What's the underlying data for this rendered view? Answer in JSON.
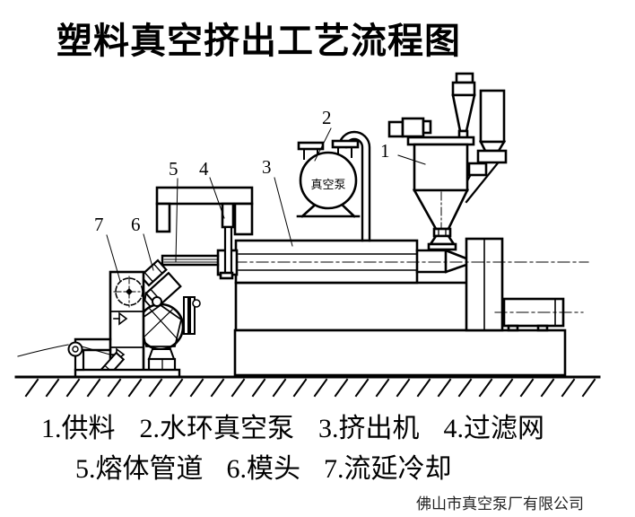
{
  "title": "塑料真空挤出工艺流程图",
  "diagram": {
    "pump_label": "真空泵",
    "callouts": [
      "1",
      "2",
      "3",
      "4",
      "5",
      "6",
      "7"
    ]
  },
  "legend": {
    "row1": [
      "1.供料",
      "2.水环真空泵",
      "3.挤出机",
      "4.过滤网"
    ],
    "row2": [
      "5.熔体管道",
      "6.模头",
      "7.流延冷却"
    ]
  },
  "footer": {
    "company": "佛山市真空泵厂有限公司"
  },
  "colors": {
    "ink": "#000000",
    "background": "#ffffff"
  }
}
